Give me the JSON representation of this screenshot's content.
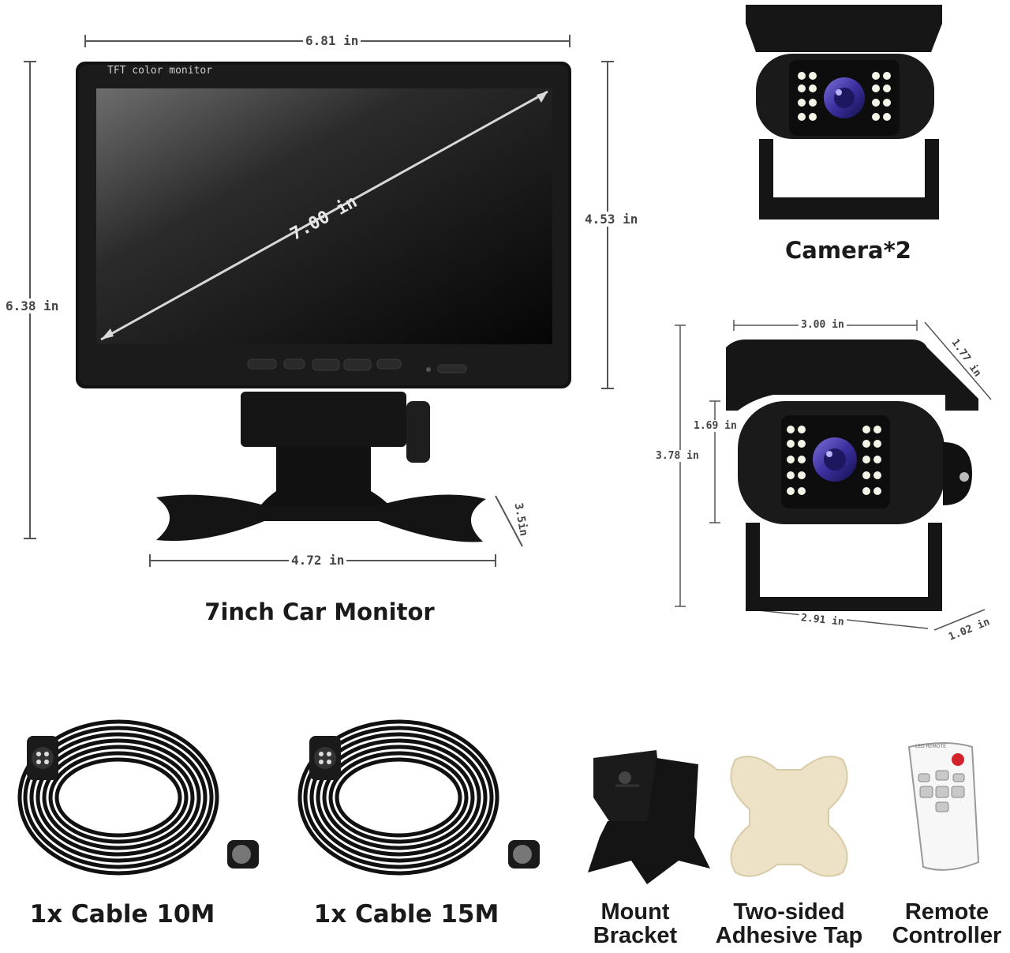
{
  "monitor": {
    "screen_label": "TFT color monitor",
    "width_label": "6.81 in",
    "diagonal_label": "7.00 in",
    "screen_height_label": "4.53 in",
    "total_height_label": "6.38 in",
    "base_width_label": "4.72 in",
    "base_depth_label": "3.5in",
    "caption": "7inch Car Monitor"
  },
  "camera_top": {
    "caption": "Camera*2"
  },
  "camera_dims": {
    "width_label": "3.00 in",
    "depth_label": "1.77 in",
    "lens_height_label": "1.69 in",
    "total_height_label": "3.78 in",
    "bracket_width_label": "2.91 in",
    "bracket_depth_label": "1.02 in"
  },
  "accessories": {
    "cable_10m": "1x Cable 10M",
    "cable_15m": "1x Cable 15M",
    "mount_bracket_line1": "Mount",
    "mount_bracket_line2": "Bracket",
    "tape_line1": "Two-sided",
    "tape_line2": "Adhesive Tap",
    "remote_line1": "Remote",
    "remote_line2": "Controller",
    "remote_label": "LED REMOTE"
  }
}
